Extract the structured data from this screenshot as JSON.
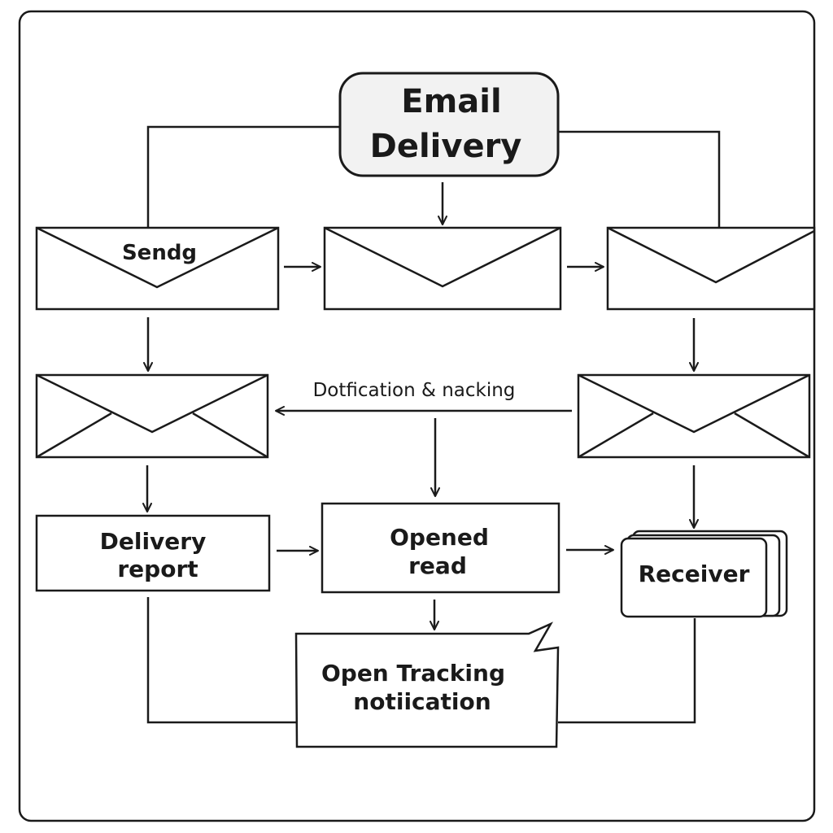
{
  "title": {
    "line1": "Email",
    "line2": "Delivery"
  },
  "nodes": {
    "sending": {
      "label": "Sendg"
    },
    "delivery_report": {
      "line1": "Delivery",
      "line2": "report"
    },
    "opened_read": {
      "line1": "Opened",
      "line2": "read"
    },
    "receiver": {
      "label": "Receiver"
    },
    "open_tracking": {
      "line1": "Open Tracking",
      "line2": "notiication"
    }
  },
  "edge_labels": {
    "notification_tracking": "Dotfication & nacking"
  },
  "colors": {
    "stroke": "#1a1a1a",
    "title_fill": "#f2f2f2",
    "background": "#ffffff"
  }
}
